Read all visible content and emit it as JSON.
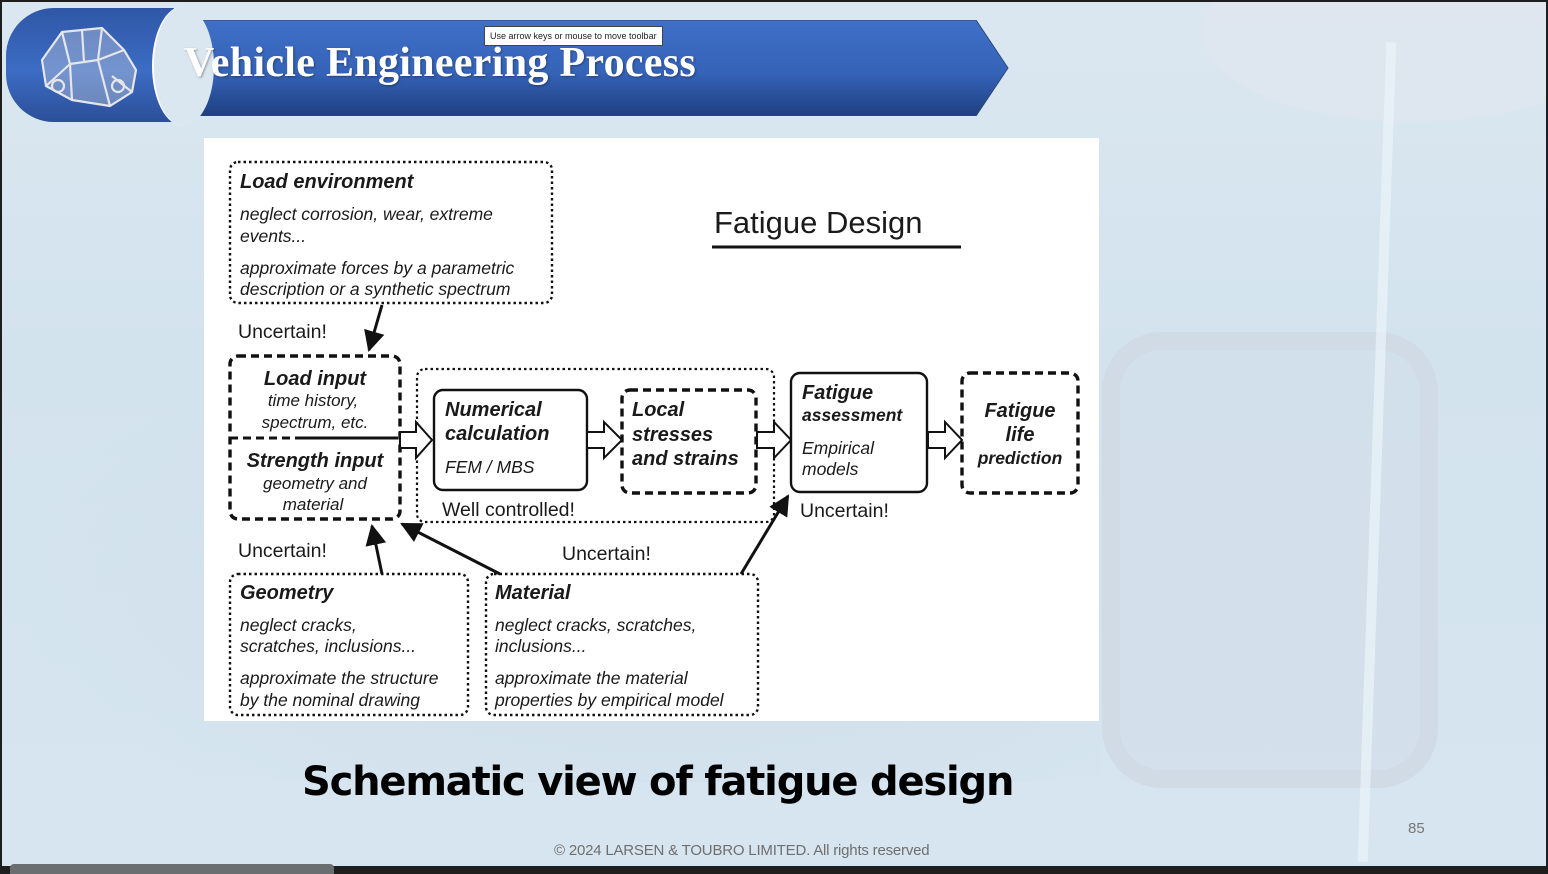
{
  "header": {
    "title": "Vehicle Engineering Process",
    "tooltip": "Use arrow keys or mouse to move toolbar",
    "logo_icon": "car-body-frame-icon"
  },
  "diagram": {
    "title": "Fatigue Design",
    "load_environment": {
      "heading": "Load environment",
      "lines": [
        "neglect corrosion, wear, extreme",
        "events...",
        "approximate forces by a parametric",
        "description or a synthetic spectrum"
      ]
    },
    "load_input": {
      "heading": "Load input",
      "lines": [
        "time history,",
        "spectrum, etc."
      ]
    },
    "strength_input": {
      "heading": "Strength input",
      "lines": [
        "geometry and",
        "material"
      ]
    },
    "numerical_calculation": {
      "heading_lines": [
        "Numerical",
        "calculation"
      ],
      "sub": "FEM / MBS"
    },
    "local_stresses": {
      "lines": [
        "Local",
        "stresses",
        "and strains"
      ]
    },
    "fatigue_assessment": {
      "heading": "Fatigue",
      "heading2": "assessment",
      "sub_lines": [
        "Empirical",
        "models"
      ]
    },
    "fatigue_life": {
      "lines": [
        "Fatigue",
        "life",
        "prediction"
      ]
    },
    "geometry": {
      "heading": "Geometry",
      "lines": [
        "neglect cracks,",
        "scratches, inclusions...",
        "approximate the structure",
        "by the nominal drawing"
      ]
    },
    "material": {
      "heading": "Material",
      "lines": [
        "neglect cracks, scratches,",
        "inclusions...",
        "approximate the material",
        "properties by empirical model"
      ]
    },
    "labels": {
      "uncertain_top": "Uncertain!",
      "uncertain_left": "Uncertain!",
      "uncertain_mid": "Uncertain!",
      "uncertain_right": "Uncertain!",
      "well_controlled": "Well controlled!"
    }
  },
  "caption": "Schematic view of fatigue design",
  "footer": {
    "copyright": "© 2024 LARSEN & TOUBRO LIMITED. All rights reserved",
    "page_number": "85"
  },
  "colors": {
    "banner_blue": "#3563b8",
    "banner_dark": "#1f3f80",
    "slide_bg": "#d6e5ef"
  }
}
